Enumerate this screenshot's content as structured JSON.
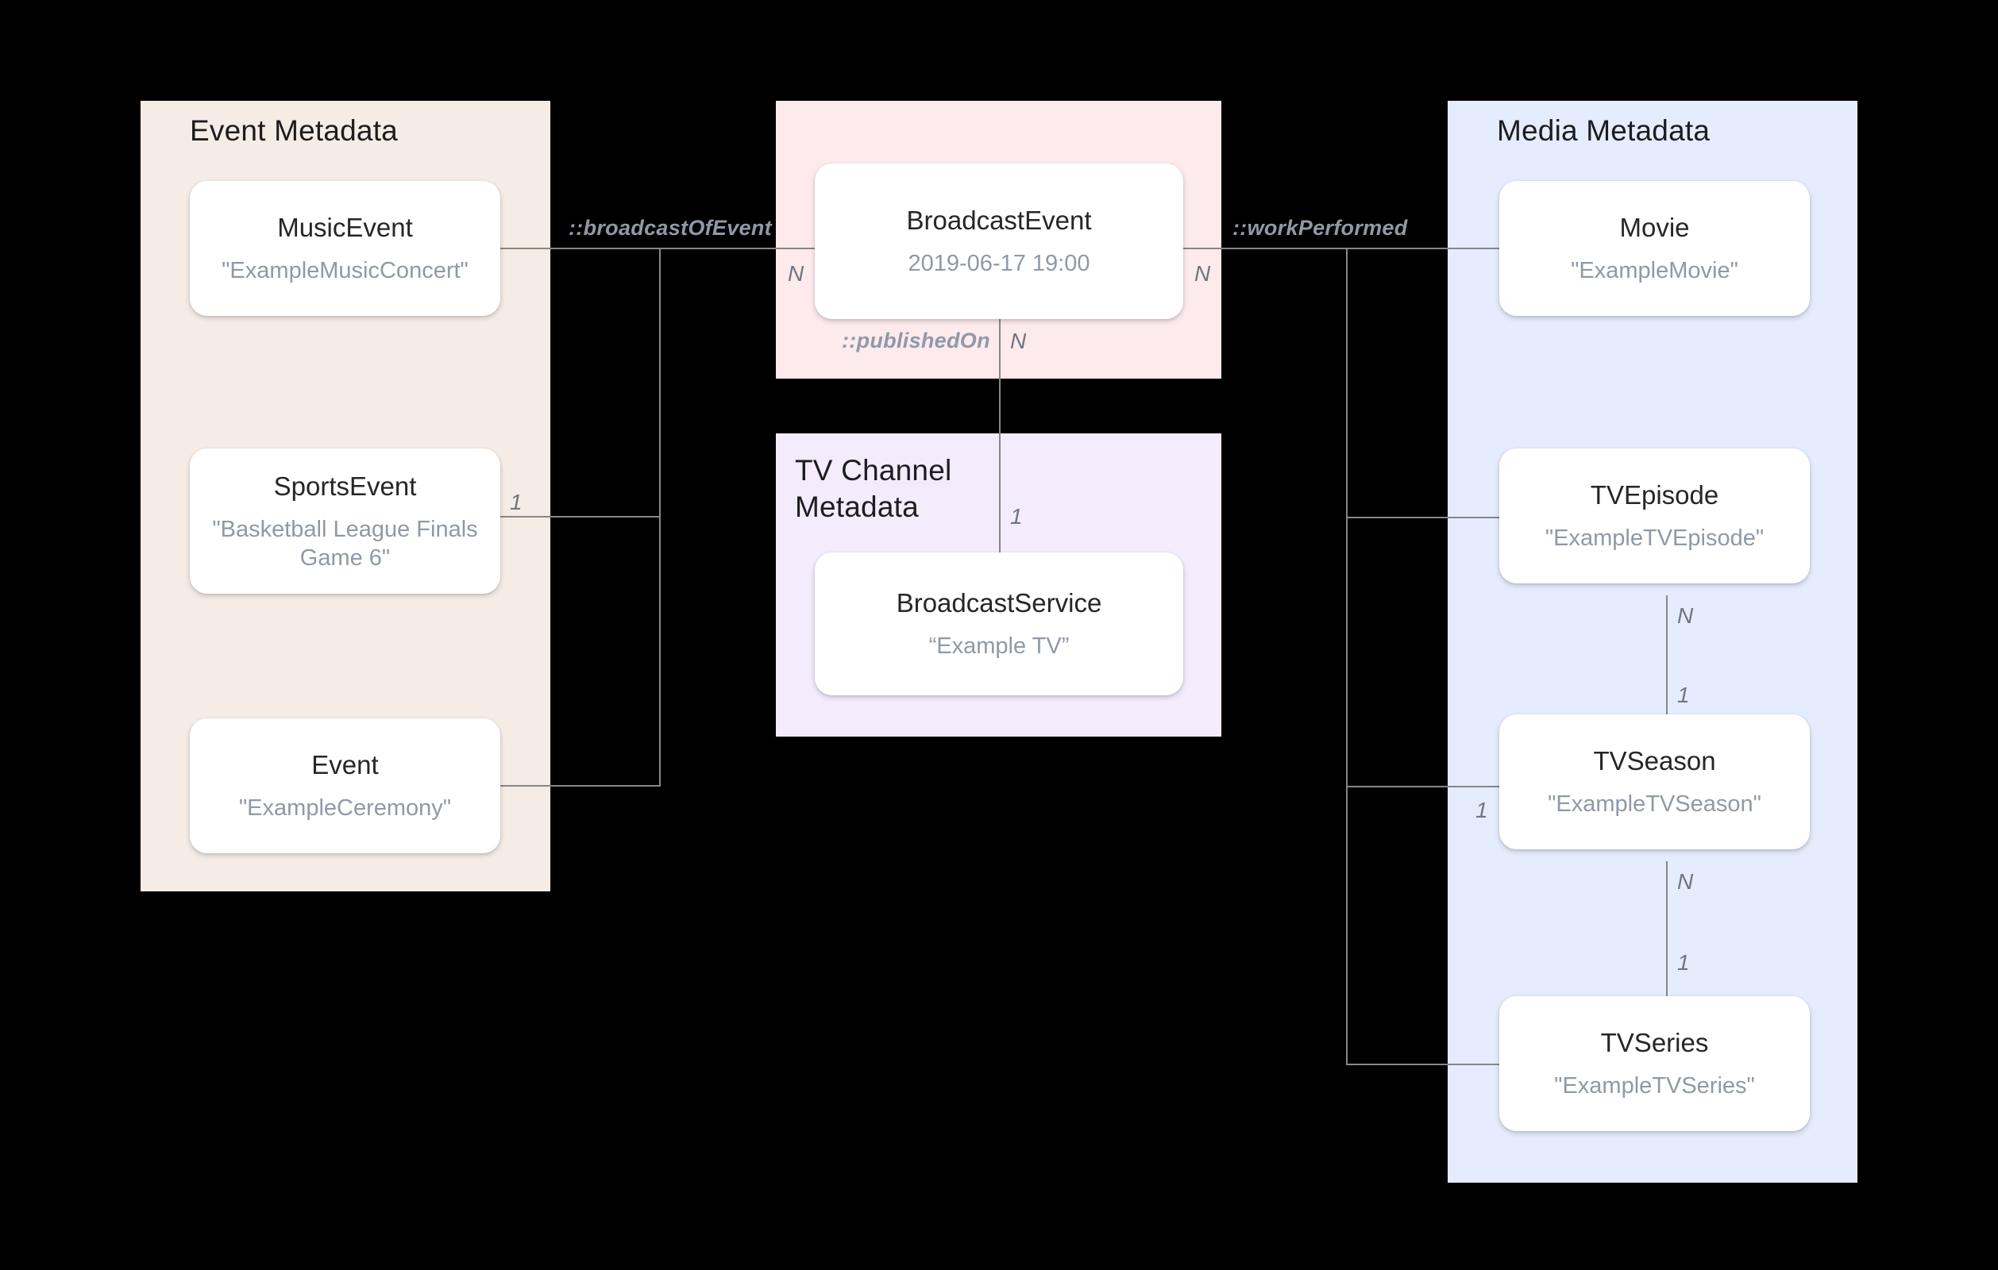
{
  "diagram": {
    "title": "Broadcast metadata entity relationship diagram",
    "background": "#000000",
    "line_color": "#86868b"
  },
  "panels": {
    "event": {
      "title": "Event Metadata",
      "color": "#f5ece6"
    },
    "broadcast": {
      "title": "",
      "color": "#fdeaed"
    },
    "channel": {
      "title": "TV Channel\nMetadata",
      "color": "#f4ebfd"
    },
    "media": {
      "title": "Media Metadata",
      "color": "#e5ecfd"
    }
  },
  "nodes": {
    "music_event": {
      "type": "MusicEvent",
      "value": "\"ExampleMusicConcert\""
    },
    "sports_event": {
      "type": "SportsEvent",
      "value": "\"Basketball League Finals Game 6\""
    },
    "event": {
      "type": "Event",
      "value": "\"ExampleCeremony\""
    },
    "broadcast_event": {
      "type": "BroadcastEvent",
      "value": "2019-06-17 19:00"
    },
    "broadcast_service": {
      "type": "BroadcastService",
      "value": "“Example TV”"
    },
    "movie": {
      "type": "Movie",
      "value": "\"ExampleMovie\""
    },
    "tv_episode": {
      "type": "TVEpisode",
      "value": "\"ExampleTVEpisode\""
    },
    "tv_season": {
      "type": "TVSeason",
      "value": "\"ExampleTVSeason\""
    },
    "tv_series": {
      "type": "TVSeries",
      "value": "\"ExampleTVSeries\""
    }
  },
  "relations": {
    "broadcast_of_event": "::broadcastOfEvent",
    "work_performed": "::workPerformed",
    "published_on": "::publishedOn"
  },
  "cardinality": {
    "sports_event_1": "1",
    "broadcast_event_left_n": "N",
    "broadcast_event_right_n": "N",
    "published_on_n": "N",
    "broadcast_service_1": "1",
    "tv_episode_n": "N",
    "tv_season_1_top": "1",
    "tv_season_1_left": "1",
    "tv_season_n": "N",
    "tv_series_1": "1"
  }
}
